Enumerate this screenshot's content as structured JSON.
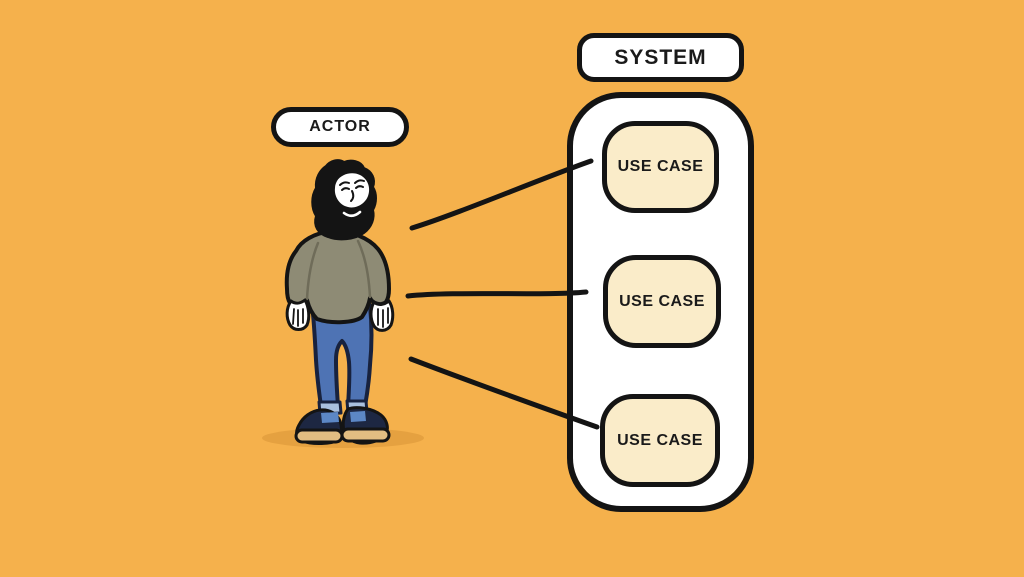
{
  "diagram": {
    "type": "use-case-diagram",
    "actor": {
      "label": "ACTOR"
    },
    "system": {
      "label": "SYSTEM",
      "use_cases": [
        {
          "id": "use-case-1",
          "label": "USE CASE"
        },
        {
          "id": "use-case-2",
          "label": "USE CASE"
        },
        {
          "id": "use-case-3",
          "label": "USE CASE"
        }
      ]
    },
    "connections": [
      {
        "from": "actor",
        "to": "use-case-1"
      },
      {
        "from": "actor",
        "to": "use-case-2"
      },
      {
        "from": "actor",
        "to": "use-case-3"
      }
    ]
  },
  "theme": {
    "colors": {
      "background": "#F5B14C",
      "outline": "#141414",
      "panel": "#FFFFFF",
      "use_case_fill": "#FAECC9",
      "sweater": "#8E8B75",
      "jeans": "#4E73B4",
      "cuff": "#A9C0DE",
      "shoe": "#1D2742",
      "shoe_panel": "#5C87C5",
      "sole": "#E2BD82",
      "shadow": "#E5A140",
      "skin": "#FFFFFF"
    }
  }
}
